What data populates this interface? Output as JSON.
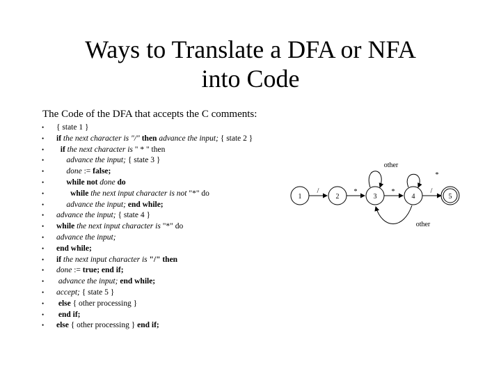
{
  "title": {
    "line1": "Ways to Translate a DFA or NFA",
    "line2": "into Code"
  },
  "subtitle": "The Code of  the DFA that accepts the C comments:",
  "code_lines": [
    [
      {
        "t": "{ state 1 }",
        "s": "n"
      }
    ],
    [
      {
        "t": "if ",
        "s": "b"
      },
      {
        "t": "the next character is \"/\" ",
        "s": "i"
      },
      {
        "t": "then ",
        "s": "b"
      },
      {
        "t": "advance the input; ",
        "s": "i"
      },
      {
        "t": "{ state 2 }",
        "s": "n"
      }
    ],
    [
      {
        "t": "  if ",
        "s": "b"
      },
      {
        "t": "the next character is ",
        "s": "i"
      },
      {
        "t": "\" * \" then",
        "s": "n"
      }
    ],
    [
      {
        "t": "     advance the input; ",
        "s": "i"
      },
      {
        "t": "{ state 3 }",
        "s": "n"
      }
    ],
    [
      {
        "t": "     done ",
        "s": "i"
      },
      {
        "t": ":= ",
        "s": "n"
      },
      {
        "t": "false;",
        "s": "b"
      }
    ],
    [
      {
        "t": "     while not ",
        "s": "b"
      },
      {
        "t": "done ",
        "s": "i"
      },
      {
        "t": "do",
        "s": "b"
      }
    ],
    [
      {
        "t": "       while ",
        "s": "b"
      },
      {
        "t": "the next input character is not ",
        "s": "i"
      },
      {
        "t": "\"*\" do",
        "s": "n"
      }
    ],
    [
      {
        "t": "     advance the input; ",
        "s": "i"
      },
      {
        "t": "end while;",
        "s": "b"
      }
    ],
    [
      {
        "t": "advance the input; ",
        "s": "i"
      },
      {
        "t": "{ state 4 }",
        "s": "n"
      }
    ],
    [
      {
        "t": "while ",
        "s": "b"
      },
      {
        "t": "the next input character is ",
        "s": "i"
      },
      {
        "t": "\"*\" do",
        "s": "n"
      }
    ],
    [
      {
        "t": "advance the input;",
        "s": "i"
      }
    ],
    [
      {
        "t": "end while;",
        "s": "b"
      }
    ],
    [
      {
        "t": "if ",
        "s": "b"
      },
      {
        "t": "the next input character is ",
        "s": "i"
      },
      {
        "t": "\"/\" then",
        "s": "b"
      }
    ],
    [
      {
        "t": "done ",
        "s": "i"
      },
      {
        "t": ":= ",
        "s": "n"
      },
      {
        "t": "true; end if;",
        "s": "b"
      }
    ],
    [
      {
        "t": " advance the input; ",
        "s": "i"
      },
      {
        "t": "end while;",
        "s": "b"
      }
    ],
    [
      {
        "t": "accept; ",
        "s": "i"
      },
      {
        "t": "{ state 5 }",
        "s": "n"
      }
    ],
    [
      {
        "t": " else ",
        "s": "b"
      },
      {
        "t": "{ other processing }",
        "s": "n"
      }
    ],
    [
      {
        "t": " end if;",
        "s": "b"
      }
    ],
    [
      {
        "t": "else ",
        "s": "b"
      },
      {
        "t": "{ other processing } ",
        "s": "n"
      },
      {
        "t": "end if;",
        "s": "b"
      }
    ]
  ],
  "dfa": {
    "states": [
      "1",
      "2",
      "3",
      "4",
      "5"
    ],
    "accepting": [
      "5"
    ],
    "transitions": [
      {
        "from": "1",
        "to": "2",
        "label": "/"
      },
      {
        "from": "2",
        "to": "3",
        "label": "*"
      },
      {
        "from": "3",
        "to": "4",
        "label": "*"
      },
      {
        "from": "4",
        "to": "5",
        "label": "/"
      },
      {
        "from": "3",
        "to": "3",
        "label": "other"
      },
      {
        "from": "4",
        "to": "4",
        "label": "*"
      },
      {
        "from": "4",
        "to": "3",
        "label": "other"
      }
    ]
  }
}
